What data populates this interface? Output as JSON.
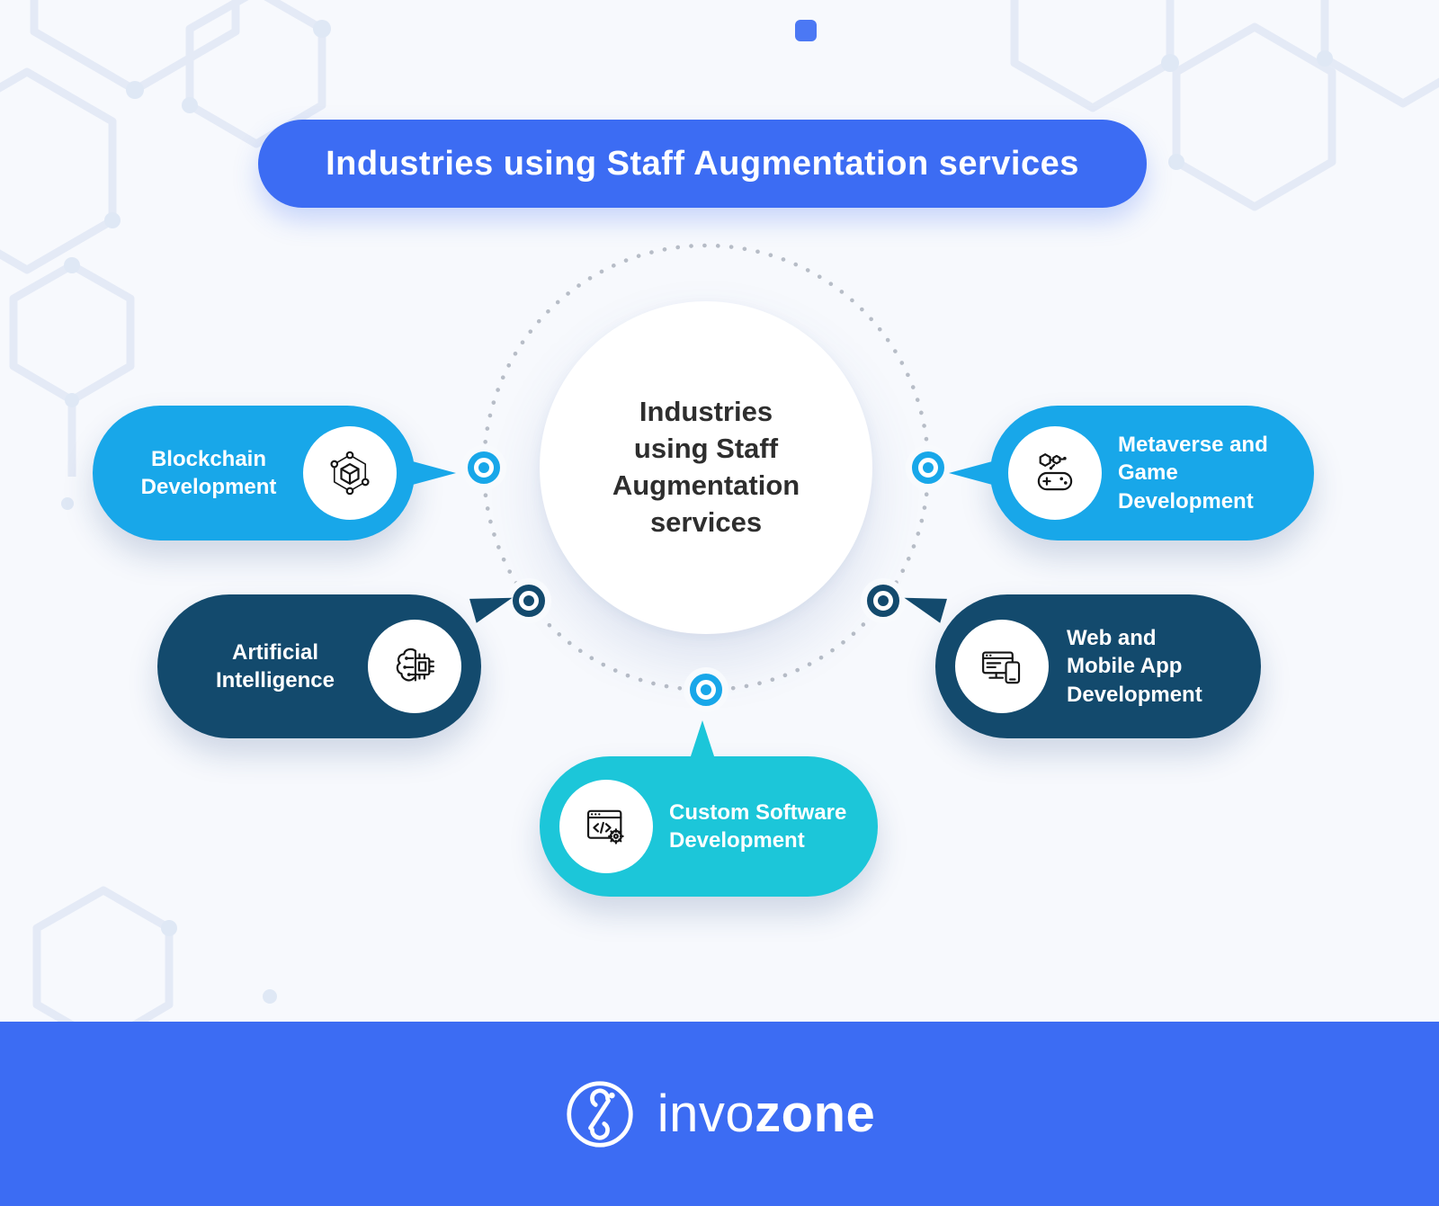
{
  "title": "Industries using Staff Augmentation services",
  "center": {
    "lines": [
      "Industries",
      "using Staff",
      "Augmentation",
      "services"
    ]
  },
  "nodes": [
    {
      "label": "Blockchain Development",
      "icon": "blockchain-icon",
      "color": "#18a7e9",
      "position": "left-top"
    },
    {
      "label": "Artificial Intelligence",
      "icon": "ai-brain-chip-icon",
      "color": "#134a6d",
      "position": "left-bottom"
    },
    {
      "label": "Metaverse and Game Development",
      "icon": "game-controller-icon",
      "color": "#18a7e9",
      "position": "right-top"
    },
    {
      "label": "Web and Mobile App Development",
      "icon": "web-mobile-icon",
      "color": "#134a6d",
      "position": "right-bottom"
    },
    {
      "label": "Custom Software Development",
      "icon": "code-gear-icon",
      "color": "#1cc6d9",
      "position": "bottom-center"
    }
  ],
  "footer": {
    "brand_light": "invo",
    "brand_bold": "zone"
  },
  "colors": {
    "banner": "#3c6cf3",
    "footer_bar": "#3c6cf3",
    "light_blue": "#18a7e9",
    "navy": "#134a6d",
    "cyan": "#1cc6d9",
    "background": "#f7f9fd",
    "dotted_ring": "#b7bdc7"
  }
}
